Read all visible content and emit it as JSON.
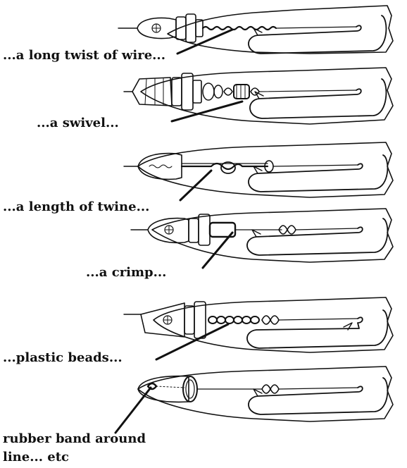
{
  "figure": {
    "labels": [
      "...a long twist of wire...",
      "...a swivel...",
      "...a length of twine...",
      "...a crimp...",
      "...plastic beads...",
      "rubber band around",
      "line... etc"
    ]
  }
}
